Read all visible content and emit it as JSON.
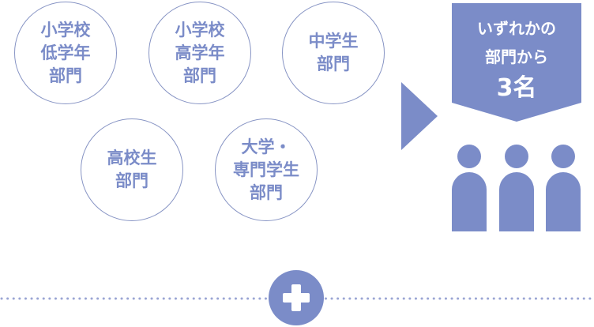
{
  "divisions": [
    {
      "label": "小学校\n低学年\n部門"
    },
    {
      "label": "小学校\n高学年\n部門"
    },
    {
      "label": "中学生\n部門"
    },
    {
      "label": "高校生\n部門"
    },
    {
      "label": "大学・\n専門学生\n部門"
    }
  ],
  "banner": {
    "line1": "いずれかの",
    "line2": "部門から",
    "count": "3名"
  },
  "colors": {
    "accent": "#7b8cc8",
    "circle_border": "#8794c4",
    "divider": "#9aa5d4"
  },
  "icons": {
    "arrow": "arrow-right-icon",
    "people": "people-icon",
    "plus": "plus-icon"
  }
}
